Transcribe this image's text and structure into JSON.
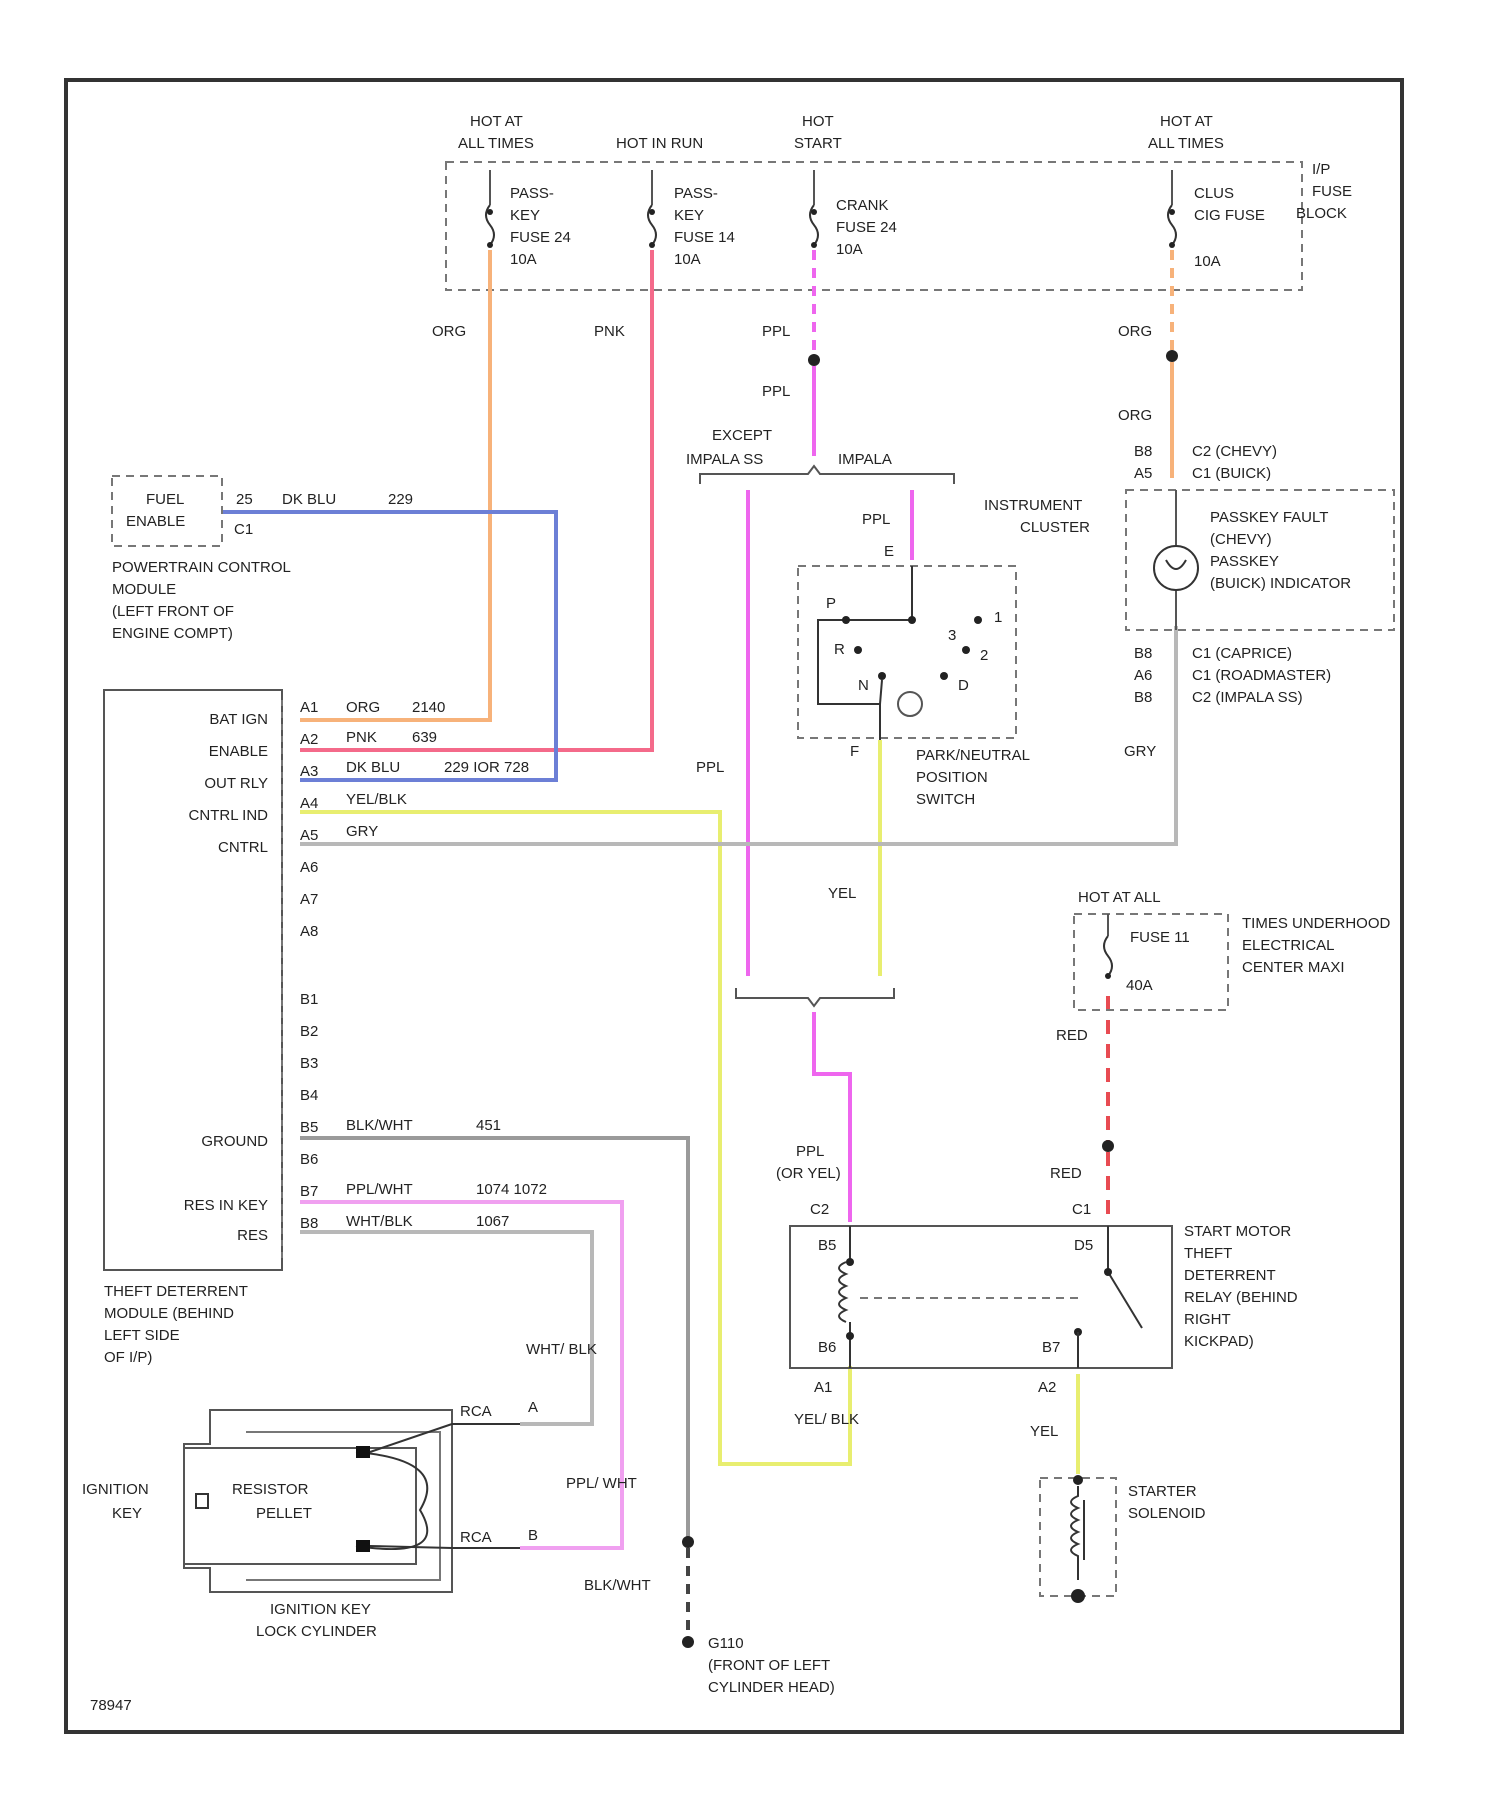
{
  "diagram": {
    "fuse_block": {
      "hot_1": [
        "HOT AT",
        "ALL TIMES"
      ],
      "hot_2": "HOT IN RUN",
      "hot_3": [
        "HOT",
        "START"
      ],
      "hot_4": [
        "HOT AT",
        "ALL TIMES"
      ],
      "fuse_1": [
        "PASS-",
        "KEY",
        "FUSE 24",
        "10A"
      ],
      "fuse_2": [
        "PASS-",
        "KEY",
        "FUSE 14",
        "10A"
      ],
      "fuse_3": [
        "CRANK",
        "FUSE 24",
        "10A"
      ],
      "fuse_4": [
        "CLUS",
        "CIG FUSE",
        "10A"
      ],
      "block_label": [
        "I/P",
        "FUSE",
        "BLOCK"
      ]
    },
    "wire_colors": {
      "org": "ORG",
      "pnk": "PNK",
      "ppl": "PPL",
      "gry": "GRY",
      "yel": "YEL",
      "red": "RED",
      "dk_blu": "DK BLU",
      "yel_blk": "YEL/ BLK",
      "blk_wht": "BLK/WHT",
      "wht_blk": "WHT/ BLK",
      "ppl_wht": "PPL/ WHT",
      "ppl_or_yel": [
        "PPL",
        "(OR YEL)"
      ]
    },
    "pcm": {
      "name": [
        "FUEL",
        "ENABLE"
      ],
      "pin": "25",
      "conn": "C1",
      "circuit": "229",
      "desc": [
        "POWERTRAIN CONTROL",
        "MODULE",
        "(LEFT FRONT OF",
        "ENGINE COMPT)"
      ]
    },
    "theft_module": {
      "pins": [
        "A1",
        "A2",
        "A3",
        "A4",
        "A5",
        "A6",
        "A7",
        "A8",
        "B1",
        "B2",
        "B3",
        "B4",
        "B5",
        "B6",
        "B7",
        "B8"
      ],
      "functions": {
        "a1": "BAT IGN",
        "a2": "ENABLE",
        "a3": "OUT RLY",
        "a4": "CNTRL IND",
        "a5": "CNTRL",
        "b5": "GROUND",
        "b7": "RES IN KEY",
        "b8": "RES"
      },
      "wires": {
        "a1": [
          "ORG",
          "2140"
        ],
        "a2": [
          "PNK",
          "639"
        ],
        "a3": [
          "DK BLU",
          "229 IOR 728"
        ],
        "a4": [
          "YEL/BLK",
          ""
        ],
        "a5": [
          "GRY",
          ""
        ],
        "b5": [
          "BLK/WHT",
          "451"
        ],
        "b7": [
          "PPL/WHT",
          "1074 1072"
        ],
        "b8": [
          "WHT/BLK",
          "1067"
        ]
      },
      "desc": [
        "THEFT DETERRENT",
        "MODULE (BEHIND",
        "LEFT SIDE",
        "OF I/P)"
      ]
    },
    "cluster": {
      "conn_top": [
        "B8",
        "A5"
      ],
      "conn_top_desc": [
        "C2 (CHEVY)",
        "C1 (BUICK)"
      ],
      "name": [
        "INSTRUMENT",
        "CLUSTER"
      ],
      "indicator": [
        "PASSKEY FAULT",
        "(CHEVY)",
        "PASSKEY",
        "(BUICK) INDICATOR"
      ],
      "conn_bot": [
        "B8",
        "A6",
        "B8"
      ],
      "conn_bot_desc": [
        "C1 (CAPRICE)",
        "C1 (ROADMASTER)",
        "C2 (IMPALA SS)"
      ]
    },
    "pnp_switch": {
      "except": [
        "EXCEPT",
        "IMPALA SS"
      ],
      "impala": "IMPALA",
      "pin_top": "E",
      "pin_bot": "F",
      "positions": [
        "P",
        "R",
        "N",
        "D",
        "1",
        "2",
        "3"
      ],
      "desc": [
        "PARK/NEUTRAL",
        "POSITION",
        "SWITCH"
      ]
    },
    "underhood": {
      "hot": "HOT AT ALL",
      "fuse": [
        "FUSE 11",
        "40A"
      ],
      "desc": [
        "TIMES UNDERHOOD",
        "ELECTRICAL",
        "CENTER MAXI"
      ]
    },
    "relay": {
      "conn_left": "C2",
      "conn_right": "C1",
      "pins": {
        "b5": "B5",
        "b6": "B6",
        "a1": "A1",
        "d5": "D5",
        "b7": "B7",
        "a2": "A2"
      },
      "desc": [
        "START MOTOR",
        "THEFT",
        "DETERRENT",
        "RELAY (BEHIND",
        "RIGHT",
        "KICKPAD)"
      ]
    },
    "key": {
      "ignition": [
        "IGNITION",
        "KEY"
      ],
      "pellet": [
        "RESISTOR",
        "PELLET"
      ],
      "cylinder": [
        "IGNITION KEY",
        "LOCK CYLINDER"
      ],
      "conn_a": "RCA",
      "conn_b": "RCA",
      "pin_a": "A",
      "pin_b": "B"
    },
    "starter": [
      "STARTER",
      "SOLENOID"
    ],
    "ground": {
      "id": "G110",
      "desc": [
        "(FRONT OF LEFT",
        "CYLINDER HEAD)"
      ]
    },
    "figure_id": "78947"
  },
  "colors": {
    "orange": "#f7b27a",
    "pink": "#f46a8a",
    "blue": "#6c7fd6",
    "magenta": "#ee66ee",
    "yellow": "#e8ee70",
    "gray": "#b8b8b8",
    "red": "#e84b52",
    "black": "#333333"
  }
}
